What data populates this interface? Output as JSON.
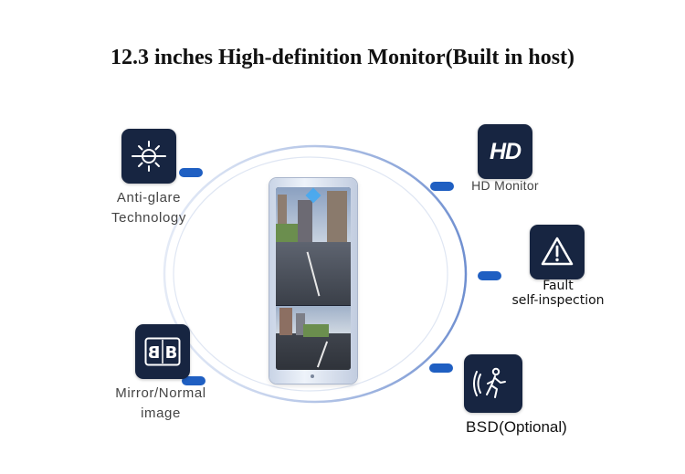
{
  "title": "12.3 inches High-definition Monitor(Built in host)",
  "features": {
    "anti_glare": {
      "line1": "Anti-glare",
      "line2": "Technology",
      "icon": "sun-glare-icon"
    },
    "hd_monitor": {
      "label": "HD Monitor",
      "badge": "HD",
      "icon": "hd-icon"
    },
    "fault": {
      "line1": "Fault",
      "line2": "self-inspection",
      "icon": "warning-triangle-icon"
    },
    "mirror": {
      "line1": "Mirror/Normal",
      "line2": "image",
      "icon": "mirror-toggle-icon"
    },
    "bsd": {
      "label_main": "BSD",
      "label_rest": "(Optional)",
      "icon": "pedestrian-warning-icon"
    }
  },
  "colors": {
    "tile_bg": "#172541",
    "accent_dot": "#1f5fc2",
    "ring": "#8fa8d8"
  }
}
